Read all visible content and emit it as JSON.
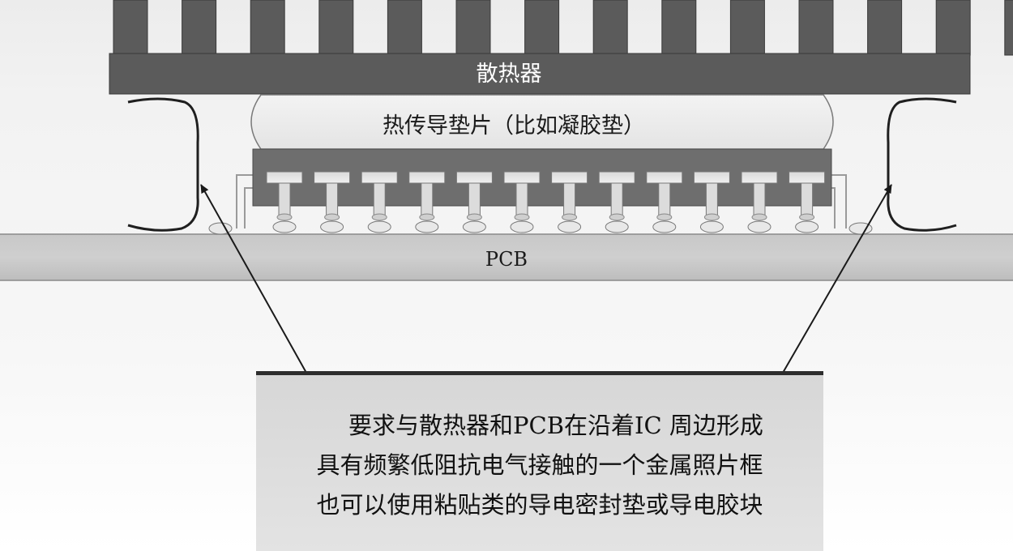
{
  "diagram": {
    "heatsink_label": "散热器",
    "pad_label": "热传导垫片（比如凝胶垫）",
    "pcb_label": "PCB",
    "note_lines": [
      "要求与散热器和PCB在沿着IC 周边形成",
      "具有频繁低阻抗电气接触的一个金属照片框",
      "也可以使用粘贴类的导电密封垫或导电胶块"
    ]
  }
}
